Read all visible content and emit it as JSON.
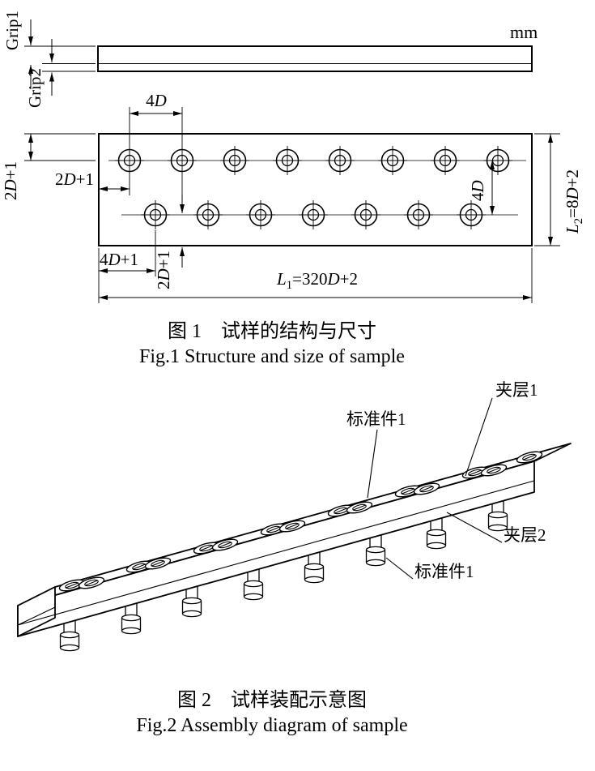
{
  "fig1": {
    "unit_label": "mm",
    "grip1": "Grip1",
    "grip2": "Grip2",
    "caption_zh": "图 1　试样的结构与尺寸",
    "caption_en": "Fig.1 Structure and size of sample"
  },
  "dims": {
    "four_d": {
      "n": "4",
      "v": "D"
    },
    "two_d_plus_1": {
      "a": "2",
      "v": "D",
      "b": "+1"
    },
    "four_d_plus_1": {
      "a": "4",
      "v": "D",
      "b": "+1"
    },
    "l1": {
      "v": "L",
      "sub": "1",
      "eq": "=320",
      "v2": "D",
      "b": "+2"
    },
    "l2": {
      "v": "L",
      "sub": "2",
      "eq": "=8",
      "v2": "D",
      "b": "+2"
    }
  },
  "fig2": {
    "labels": {
      "layer1": "夹层1",
      "fastener_top": "标准件1",
      "fastener_bottom": "标准件1",
      "layer2": "夹层2"
    },
    "caption_zh": "图 2　试样装配示意图",
    "caption_en": "Fig.2 Assembly diagram of sample"
  }
}
